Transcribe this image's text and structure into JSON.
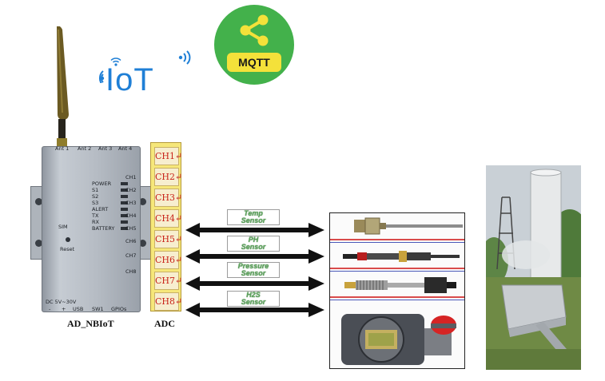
{
  "logos": {
    "iot_text": "IoT",
    "mqtt_text": "MQTT"
  },
  "device": {
    "caption": "AD_NBIoT",
    "antenna_ports": [
      "Ant 1",
      "Ant 2",
      "Ant 3",
      "Ant 4"
    ],
    "status_leds": [
      "POWER",
      "S1",
      "S2",
      "S3",
      "ALERT",
      "TX",
      "RX",
      "BATTERY"
    ],
    "channel_labels": [
      "CH1",
      "CH2",
      "CH3",
      "CH4",
      "CH5",
      "CH6",
      "CH7",
      "CH8"
    ],
    "sim_label": "SIM",
    "reset_label": "Reset",
    "power_label": "DC 5V~30V",
    "bottom_labels": [
      "-",
      "+",
      "USB",
      "SW1",
      "GPIOs"
    ]
  },
  "adc": {
    "caption": "ADC",
    "channels": [
      "CH1↵",
      "CH2↵",
      "CH3↵",
      "CH4↵",
      "CH5↵",
      "CH6↵",
      "CH7↵",
      "CH8↵"
    ]
  },
  "sensors": [
    {
      "line1": "Temp",
      "line2": "Sensor"
    },
    {
      "line1": "PH",
      "line2": "Sensor"
    },
    {
      "line1": "Pressure",
      "line2": "Sensor"
    },
    {
      "line1": "H2S",
      "line2": "Sensor"
    }
  ],
  "colors": {
    "iot_blue": "#1f7fd6",
    "mqtt_green": "#43b14b",
    "mqtt_yellow": "#f4e13a",
    "adc_yellow": "#f6e77a",
    "channel_red": "#c9241b",
    "sensor_label_green": "#5aa25a"
  },
  "icons": [
    "antenna-icon",
    "wifi-signal-icon",
    "share-icon",
    "double-arrow-icon",
    "temperature-probe-icon",
    "ph-probe-icon",
    "pressure-transmitter-icon",
    "gas-detector-icon"
  ]
}
